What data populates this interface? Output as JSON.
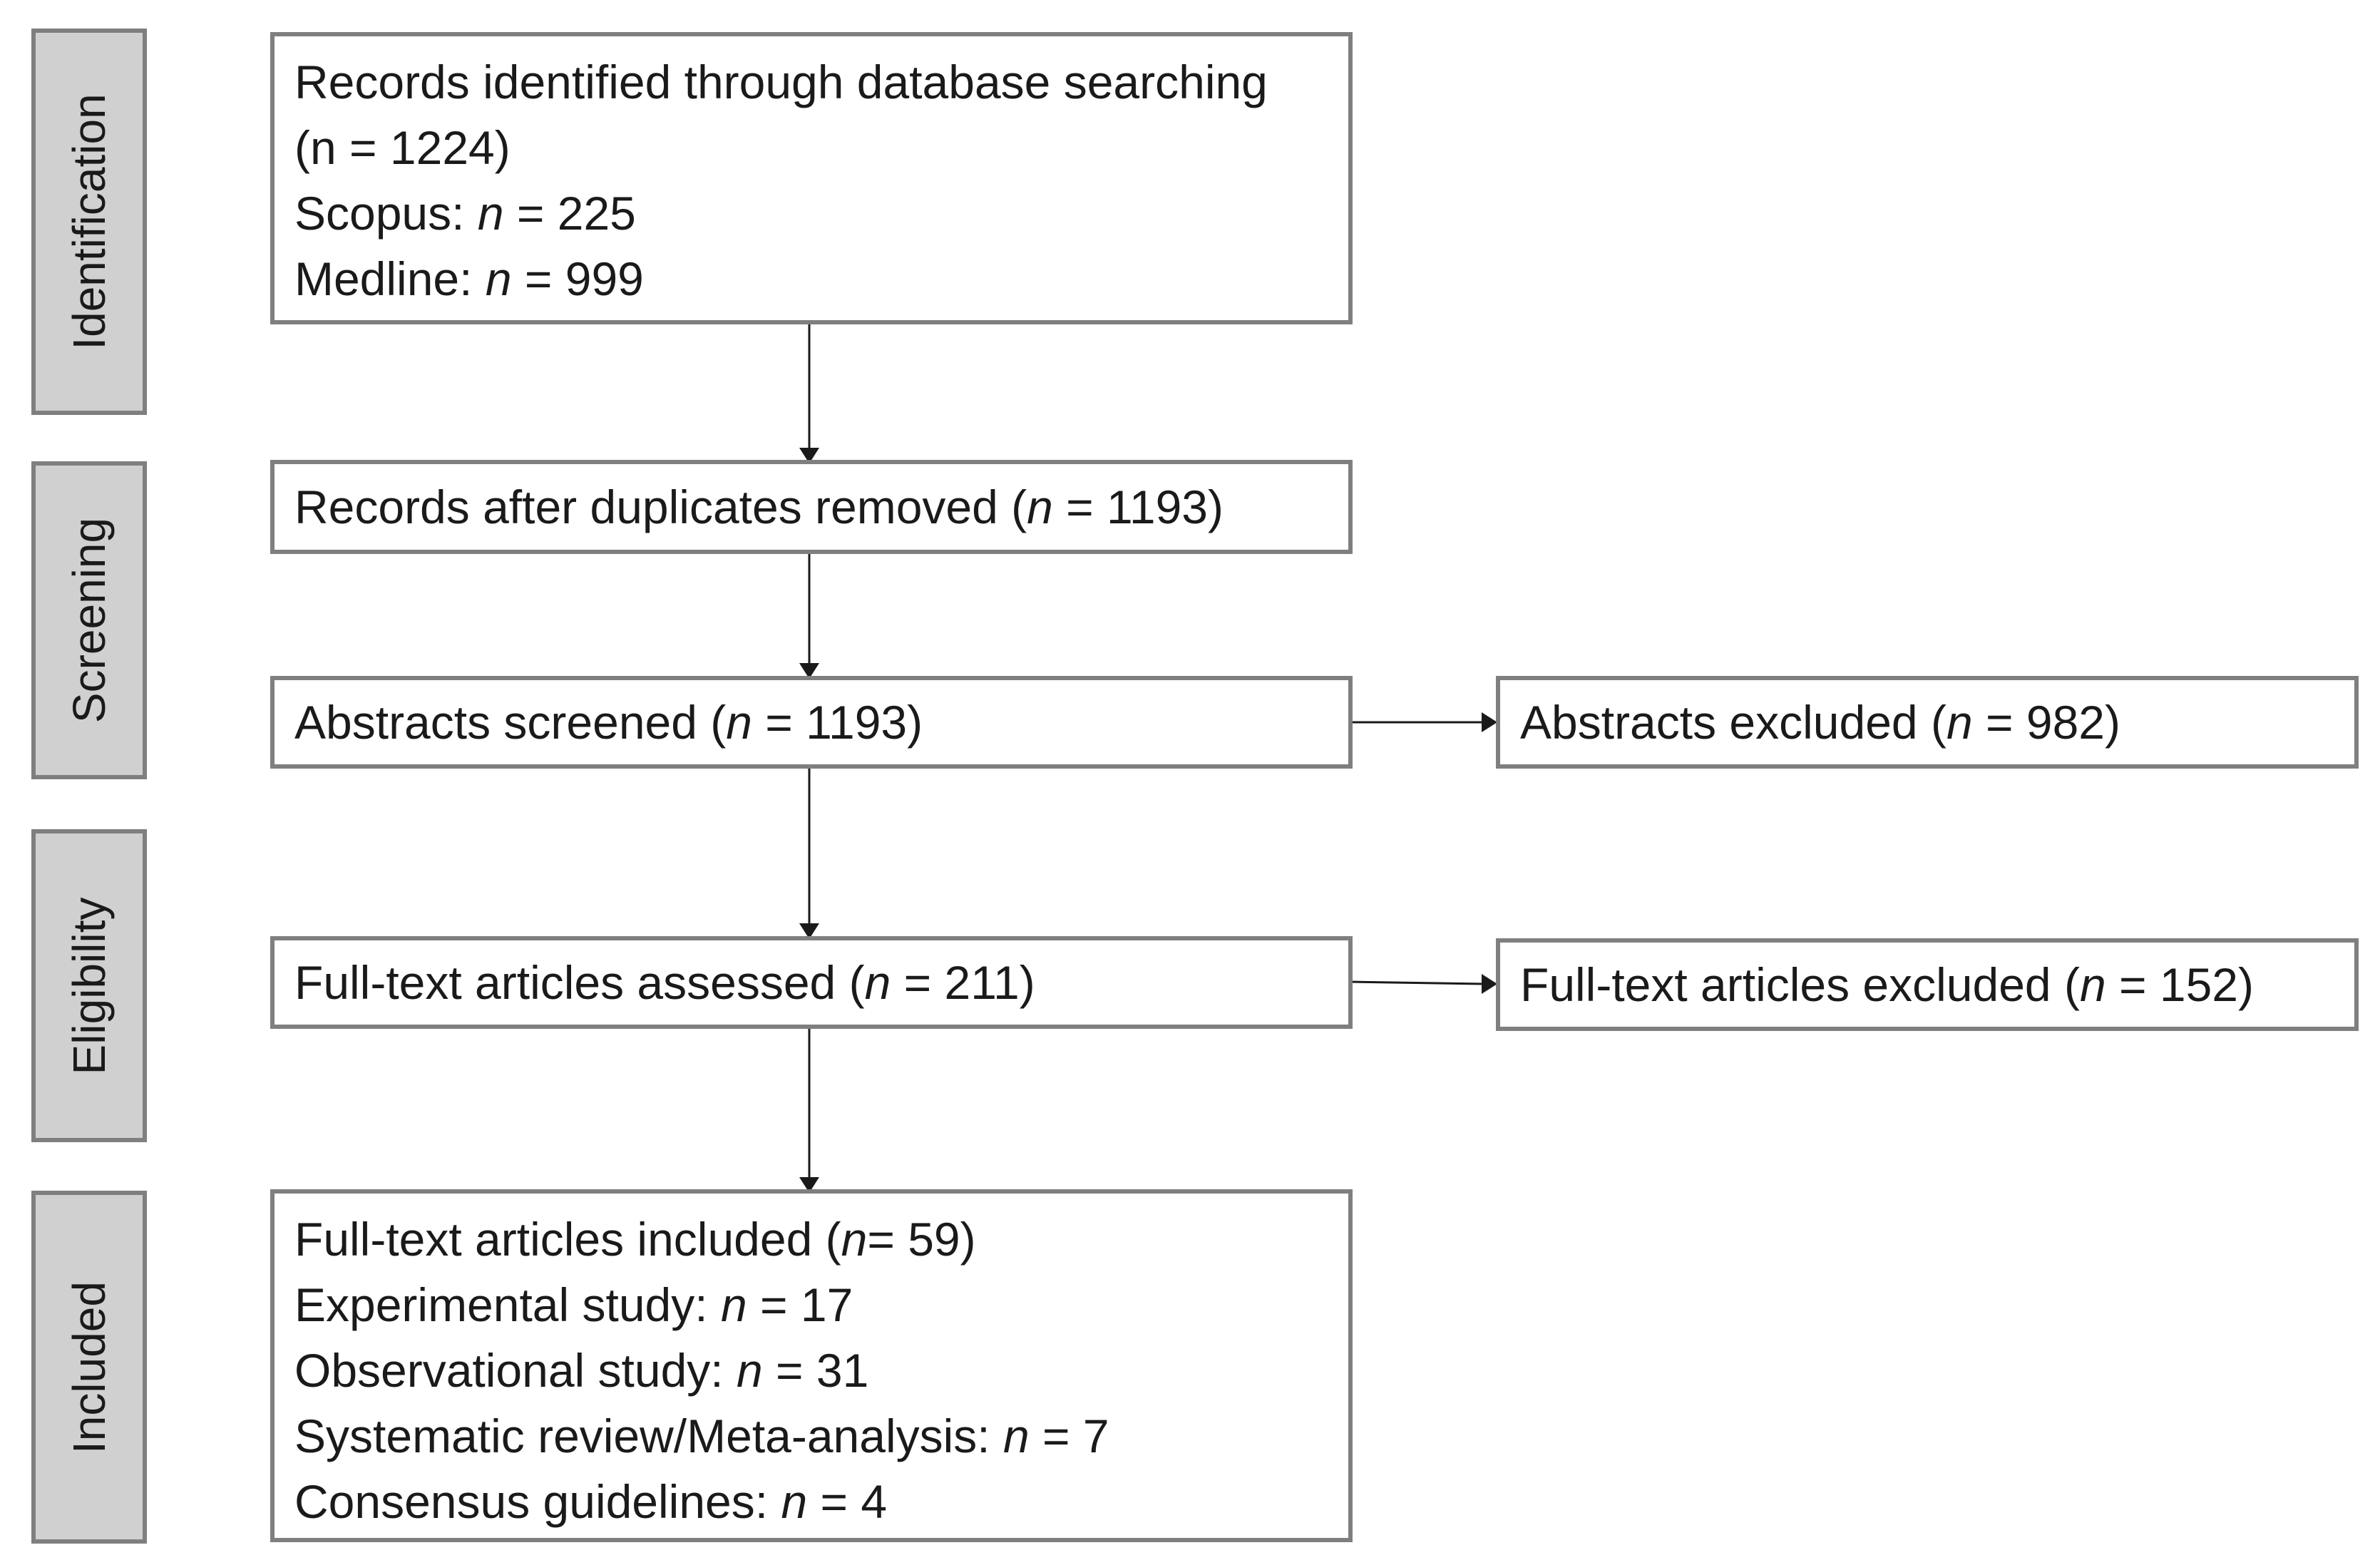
{
  "stages": {
    "identification": "Identification",
    "screening": "Screening",
    "eligibility": "Eligibility",
    "included": "Included"
  },
  "identified": {
    "line1": "Records identified through database searching",
    "line2": "(n = 1224)",
    "scopus_prefix": "Scopus: ",
    "scopus_n": "n",
    "scopus_value": " = 225",
    "medline_prefix": "Medline: ",
    "medline_n": "n",
    "medline_value": " = 999"
  },
  "deduplicated": {
    "prefix": "Records after duplicates removed (",
    "n": "n",
    "value": " = 1193)"
  },
  "abstracts_screened": {
    "prefix": "Abstracts screened (",
    "n": "n",
    "value": " = 1193)"
  },
  "abstracts_excluded": {
    "prefix": "Abstracts excluded (",
    "n": "n",
    "value": " = 982)"
  },
  "fulltext_assessed": {
    "prefix": "Full-text articles assessed (",
    "n": "n",
    "value": " = 211)"
  },
  "fulltext_excluded": {
    "prefix": "Full-text articles excluded (",
    "n": "n",
    "value": " = 152)"
  },
  "included": {
    "line1_prefix": "Full-text articles included (",
    "line1_n": "n",
    "line1_value": "= 59)",
    "experimental_prefix": "Experimental study: ",
    "experimental_n": "n",
    "experimental_value": " = 17",
    "observational_prefix": "Observational study: ",
    "observational_n": "n",
    "observational_value": " = 31",
    "systematic_prefix": "Systematic review/Meta-analysis: ",
    "systematic_n": "n",
    "systematic_value": " = 7",
    "consensus_prefix": "Consensus guidelines: ",
    "consensus_n": "n",
    "consensus_value": " = 4"
  },
  "colors": {
    "box_border": "#7f7f7f",
    "stage_fill": "#d0d0d0",
    "arrow": "#1a1a1a"
  }
}
